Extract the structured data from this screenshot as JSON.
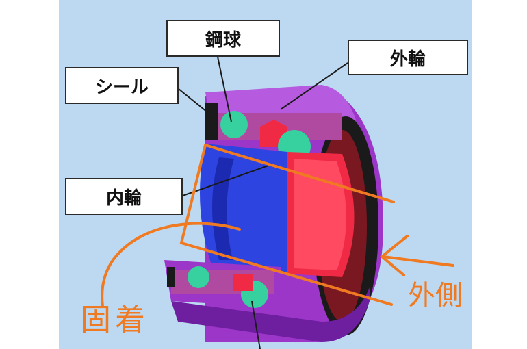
{
  "labels": {
    "steel_ball": "鋼球",
    "outer_ring": "外輪",
    "seal": "シール",
    "inner_ring": "内輪"
  },
  "handwritten": {
    "fixed": "固着",
    "outside": "外側"
  },
  "colors": {
    "background_panel": "#bcd9f1",
    "outer_ring": "#9b36c8",
    "inner_ring_blue": "#2d44e0",
    "inner_ring_red": "#f02a45",
    "steel_ball": "#37d1a0",
    "seal": "#1a1a1a",
    "annotation_orange": "#f07a22"
  }
}
